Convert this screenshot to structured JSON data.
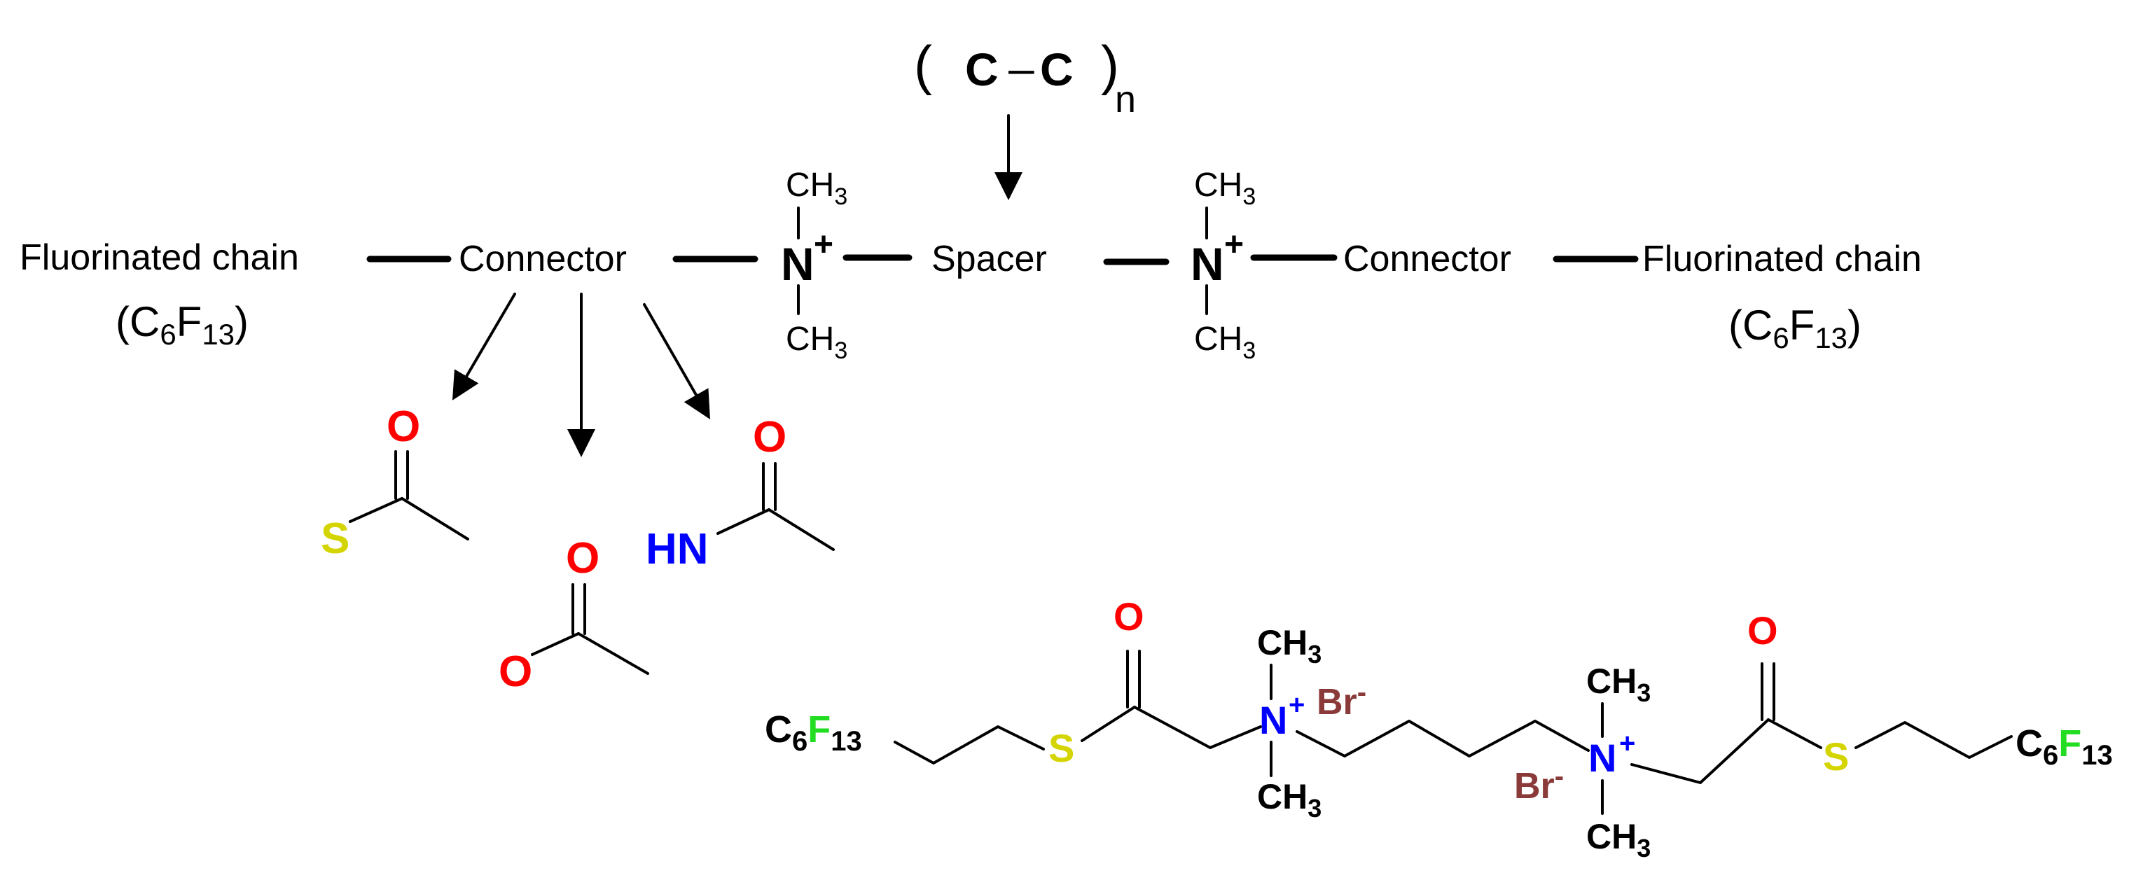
{
  "colors": {
    "black": "#000000",
    "oxygen": "#ff0000",
    "sulfur": "#d4d400",
    "nitrogen": "#0000ff",
    "fluorine": "#22dd22",
    "bromine": "#8b3a3a"
  },
  "scheme": {
    "spacer_repeat": {
      "open": "(",
      "c1": "C",
      "dash": "–",
      "c2": "C",
      "close": ")",
      "n": "n"
    },
    "left_chain": "Fluorinated chain",
    "left_chain_formula": {
      "open": "(C",
      "sub1": "6",
      "mid": "F",
      "sub2": "13",
      "close": ")"
    },
    "left_connector": "Connector",
    "n1": {
      "N": "N",
      "charge": "+",
      "methyl_top": {
        "ch": "CH",
        "sub": "3"
      },
      "methyl_bottom": {
        "ch": "CH",
        "sub": "3"
      }
    },
    "spacer": "Spacer",
    "n2": {
      "N": "N",
      "charge": "+",
      "methyl_top": {
        "ch": "CH",
        "sub": "3"
      },
      "methyl_bottom": {
        "ch": "CH",
        "sub": "3"
      }
    },
    "right_connector": "Connector",
    "right_chain": "Fluorinated chain",
    "right_chain_formula": {
      "open": "(C",
      "sub1": "6",
      "mid": "F",
      "sub2": "13",
      "close": ")"
    }
  },
  "connector_options": {
    "thioester": {
      "O": "O",
      "S": "S"
    },
    "ester": {
      "O_carbonyl": "O",
      "O_ether": "O"
    },
    "amide": {
      "O": "O",
      "HN": "HN"
    }
  },
  "molecule": {
    "left_tail": {
      "C": "C",
      "sub6": "6",
      "F": "F",
      "sub13": "13"
    },
    "left_carbonyl_O": "O",
    "left_S": "S",
    "n1": {
      "N": "N",
      "charge": "+",
      "br": "Br",
      "br_charge": "-",
      "methyl_top": {
        "ch": "CH",
        "sub": "3"
      },
      "methyl_bottom": {
        "ch": "CH",
        "sub": "3"
      }
    },
    "n2": {
      "N": "N",
      "charge": "+",
      "br": "Br",
      "br_charge": "-",
      "methyl_top": {
        "ch": "CH",
        "sub": "3"
      },
      "methyl_bottom": {
        "ch": "CH",
        "sub": "3"
      }
    },
    "right_carbonyl_O": "O",
    "right_S": "S",
    "right_tail": {
      "C": "C",
      "sub6": "6",
      "F": "F",
      "sub13": "13"
    }
  }
}
